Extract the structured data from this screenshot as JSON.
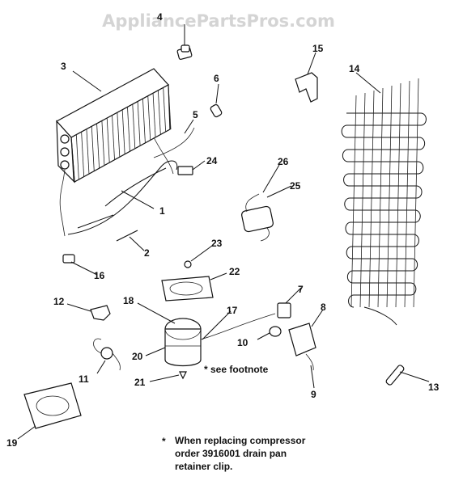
{
  "watermark": "AppliancePartsPros.com",
  "callouts": [
    "1",
    "2",
    "3",
    "4",
    "5",
    "6",
    "7",
    "8",
    "9",
    "10",
    "11",
    "12",
    "13",
    "14",
    "15",
    "16",
    "17",
    "18",
    "19",
    "20",
    "21",
    "22",
    "23",
    "24",
    "25",
    "26"
  ],
  "footnote_marker": "* see footnote",
  "note": {
    "star": "*",
    "lines": [
      "When replacing compressor",
      "order 3916001 drain pan",
      "retainer clip."
    ]
  }
}
